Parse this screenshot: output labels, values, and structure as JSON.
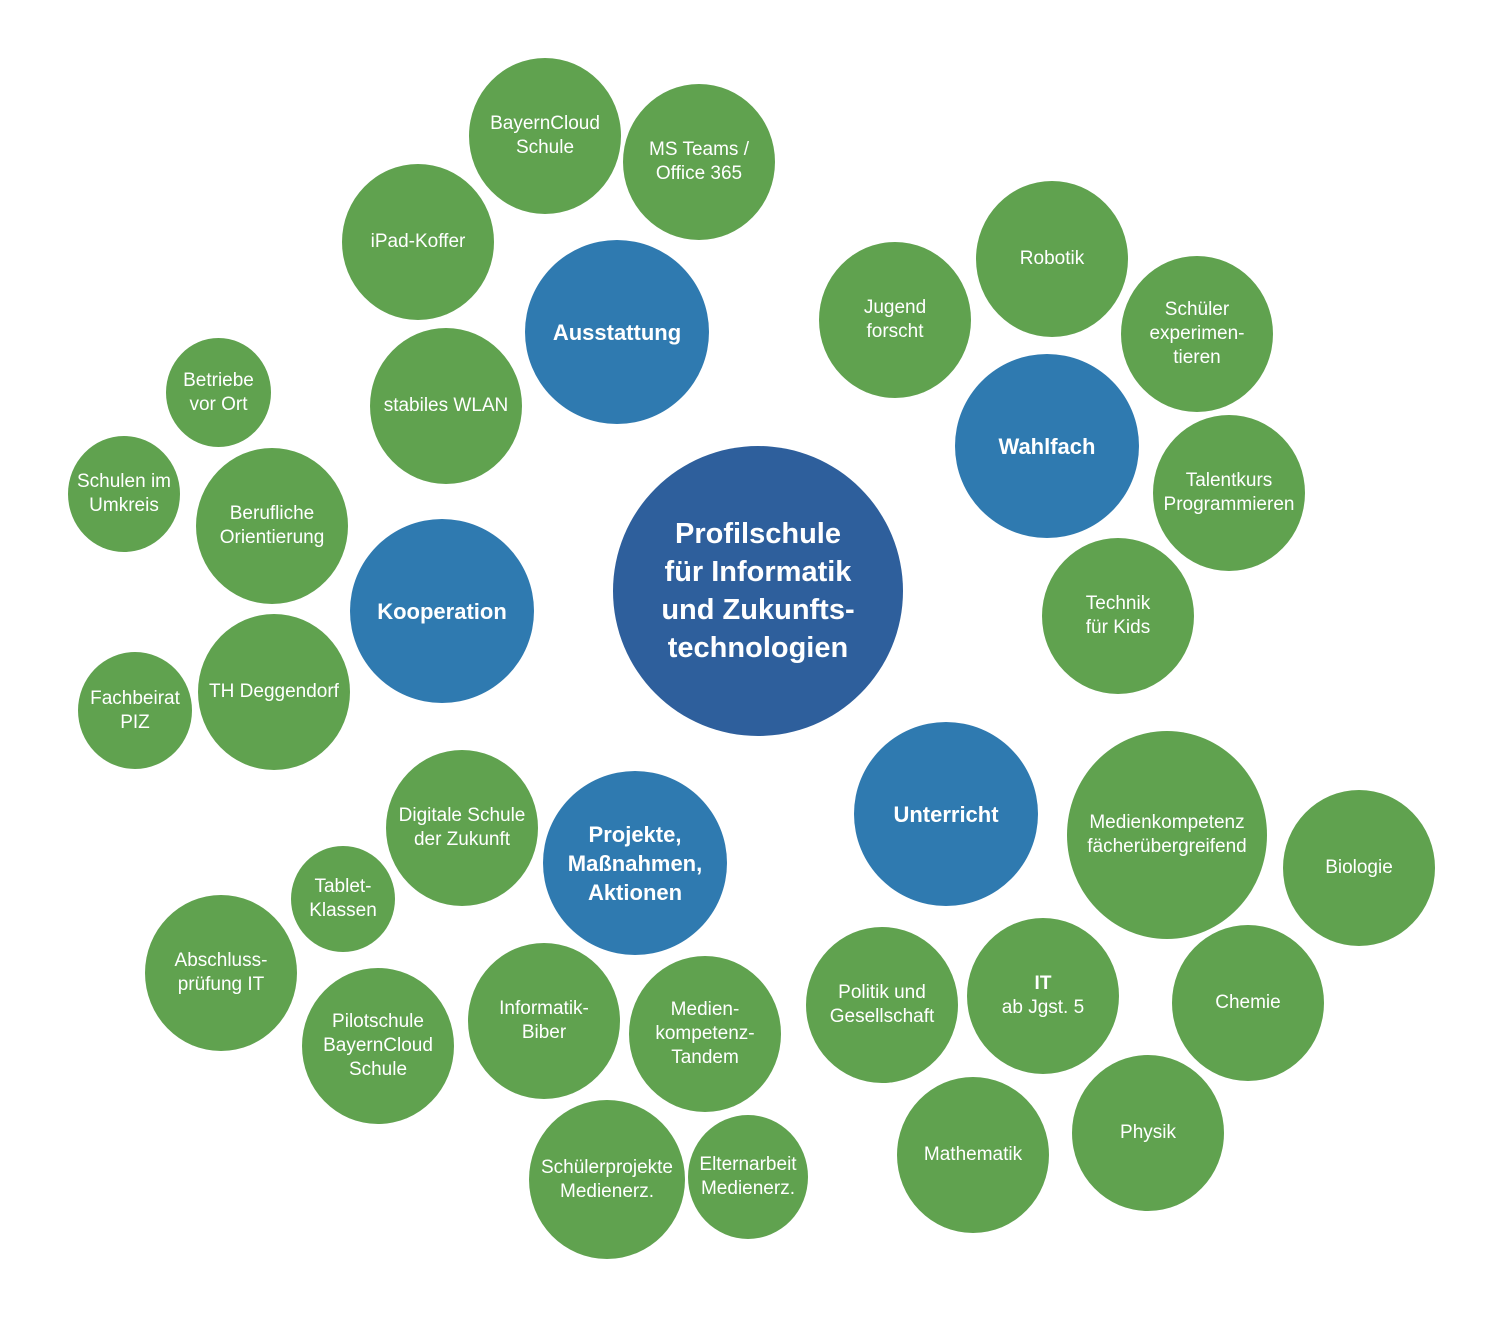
{
  "center": {
    "label": "Profilschule\nfür Informatik\nund Zukunfts-\ntechnologien"
  },
  "colors": {
    "center": "#2e5f9c",
    "category": "#2f7ab0",
    "leaf": "#60a24f",
    "text": "#ffffff"
  },
  "categories": {
    "ausstattung": "Ausstattung",
    "wahlfach": "Wahlfach",
    "kooperation": "Kooperation",
    "unterricht": "Unterricht",
    "projekte": "Projekte,\nMaßnahmen,\nAktionen"
  },
  "ausstattung_items": {
    "bayerncloud": "BayernCloud\nSchule",
    "msteams": "MS Teams /\nOffice 365",
    "ipad": "iPad-Koffer",
    "wlan": "stabiles WLAN"
  },
  "wahlfach_items": {
    "robotik": "Robotik",
    "jugend": "Jugend\nforscht",
    "experimentieren": "Schüler\nexperimen-\ntieren",
    "talentkurs": "Talentkurs\nProgrammieren",
    "technik": "Technik\nfür Kids"
  },
  "kooperation_items": {
    "betriebe": "Betriebe\nvor Ort",
    "schulen": "Schulen im\nUmkreis",
    "berufliche": "Berufliche\nOrientierung",
    "fachbeirat": "Fachbeirat\nPIZ",
    "th": "TH Deggendorf"
  },
  "projekte_items": {
    "digitale": "Digitale Schule\nder Zukunft",
    "tablet": "Tablet-\nKlassen",
    "abschluss": "Abschluss-\nprüfung IT",
    "pilotschule": "Pilotschule\nBayernCloud\nSchule",
    "biber": "Informatik-\nBiber",
    "tandem": "Medien-\nkompetenz-\nTandem",
    "schuelerprojekte": "Schülerprojekte\nMedienerz.",
    "elternarbeit": "Elternarbeit\nMedienerz."
  },
  "unterricht_items": {
    "medienkompetenz": "Medienkompetenz\nfächerübergreifend",
    "biologie": "Biologie",
    "politik": "Politik und\nGesellschaft",
    "it_title": "IT",
    "it_sub": "ab Jgst. 5",
    "chemie": "Chemie",
    "mathematik": "Mathematik",
    "physik": "Physik"
  }
}
